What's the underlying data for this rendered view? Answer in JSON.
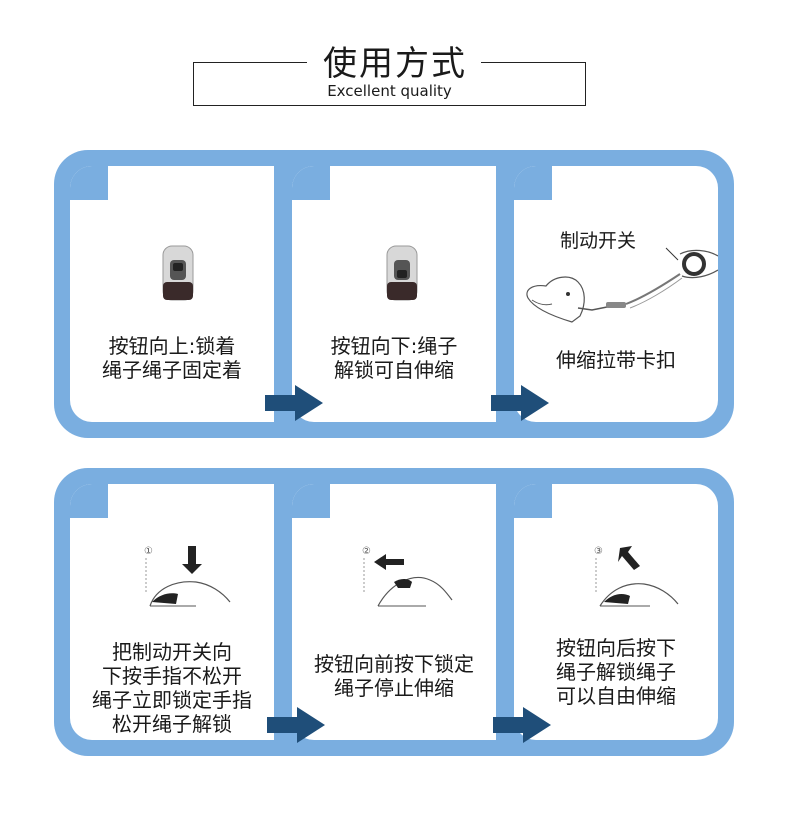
{
  "header": {
    "title": "使用方式",
    "subtitle": "Excellent quality"
  },
  "row1": [
    {
      "lines": [
        "按钮向上:锁着",
        "绳子绳子固定着"
      ],
      "icon": "leash-handle-locked-icon"
    },
    {
      "lines": [
        "按钮向下:绳子",
        "解锁可自伸缩"
      ],
      "icon": "leash-handle-unlocked-icon"
    },
    {
      "brake_label": "制动开关",
      "lines": [
        "伸缩拉带卡扣"
      ],
      "icon": "dog-leash-illustration"
    }
  ],
  "row2": [
    {
      "step": "①",
      "lines": [
        "把制动开关向",
        "下按手指不松开",
        "绳子立即锁定手指",
        "松开绳子解锁"
      ],
      "icon": "press-down-hand-icon"
    },
    {
      "step": "②",
      "lines": [
        "按钮向前按下锁定",
        "绳子停止伸缩"
      ],
      "icon": "push-forward-hand-icon"
    },
    {
      "step": "③",
      "lines": [
        "按钮向后按下",
        "绳子解锁绳子",
        "可以自由伸缩"
      ],
      "icon": "push-back-hand-icon"
    }
  ],
  "colors": {
    "panel": "#7aaee0",
    "arrow": "#1f4e79",
    "text": "#1a1a1a"
  }
}
